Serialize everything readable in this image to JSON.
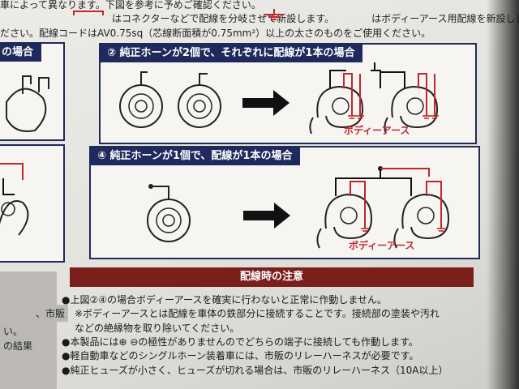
{
  "header": {
    "line1": "車によって異なります。下図を参考に予めご確認ください。",
    "line2_a": "はコネクターなどで配線を分岐させて新設します。",
    "line2_b": "はボディーアース用配線を新設します。",
    "line3": "ださい。配線コードはAV0.75sq（芯線断面積が0.75mm²）以上の太さのものをご使用ください。"
  },
  "panels": {
    "left_top_title": "の場合",
    "p2_title": "② 純正ホーンが2個で、それぞれに配線が1本の場合",
    "p2_label": "ボディーアース",
    "p4_title": "④ 純正ホーンが1個で、配線が1本の場合",
    "p4_label": "ボディーアース"
  },
  "caution": {
    "title": "配線時の注意",
    "lines": [
      "●上図②④の場合ボディーアースを確実に行わないと正常に作動しません。",
      "※ボディーアースとは配線を車体の鉄部分に接続することです。接続部の塗装や汚れ",
      "などの絶縁物を取り除いてください。",
      "●本製品には⊕ ⊖の極性がありませんのでどちらの端子に接続しても作動します。",
      "●軽自動車などのシングルホーン装着車には、市販のリレーハーネスが必要です。",
      "●純正ヒューズが小さく、ヒューズが切れる場合は、市販のリレーハーネス（10A以上）"
    ]
  },
  "left_side": {
    "t1": "、市販",
    "t2": "い。",
    "t3": "の結果"
  },
  "colors": {
    "navy": "#1f2a5c",
    "red": "#c1272d",
    "maroon": "#7a1f1c"
  }
}
